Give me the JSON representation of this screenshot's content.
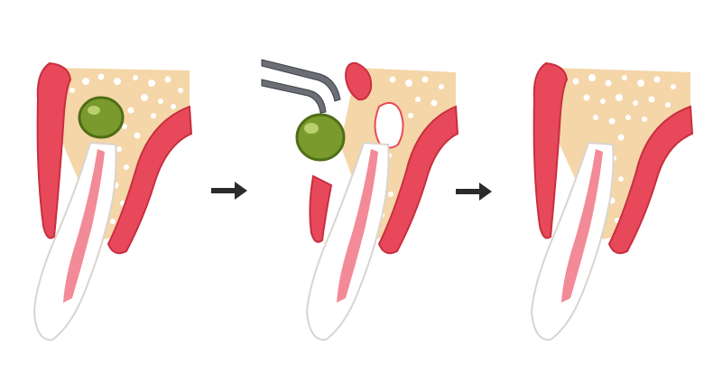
{
  "diagram": {
    "steps": [
      {
        "id": "step-1",
        "shows": "tooth-with-apical-cyst"
      },
      {
        "id": "step-2",
        "shows": "cyst-removed-with-forceps"
      },
      {
        "id": "step-3",
        "shows": "healed-bone"
      }
    ],
    "connectors": [
      "arrow-right-icon",
      "arrow-right-icon"
    ],
    "colors": {
      "bone": "#f5d6a8",
      "bone_pore": "#ffffff",
      "gum": "#e8495a",
      "gum_edge": "#c72f40",
      "tooth": "#ffffff",
      "tooth_outline": "#d9d4cf",
      "pulp": "#f28b97",
      "cyst": "#7a9a2e",
      "cyst_dark": "#4f6e16",
      "forceps": "#6b6f75",
      "arrow": "#2b2b2b"
    }
  }
}
